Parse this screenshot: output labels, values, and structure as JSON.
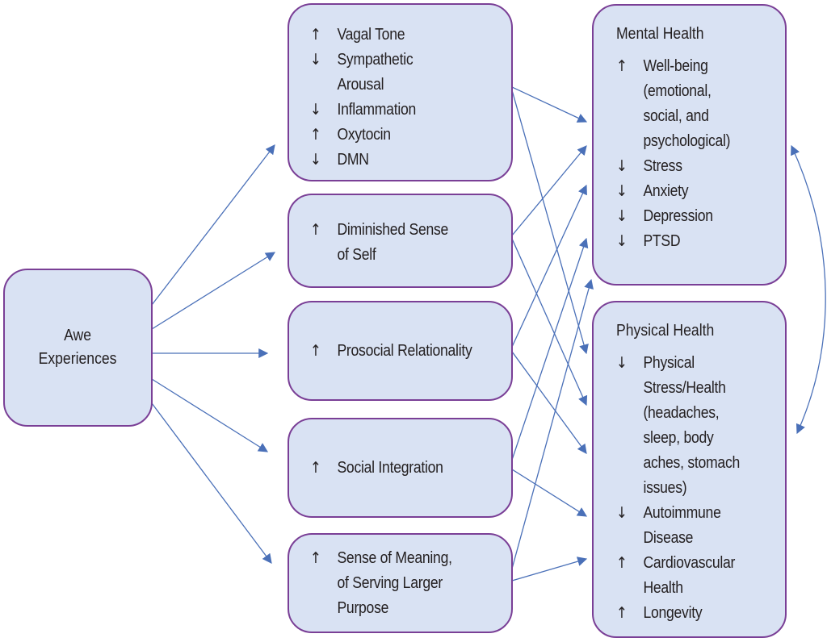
{
  "colors": {
    "box_fill": "#d9e2f3",
    "box_border": "#7a3f96",
    "arrow": "#4a70b8",
    "text": "#231f20"
  },
  "source": {
    "label": "Awe\nExperiences"
  },
  "mechanisms": [
    {
      "id": "physiology",
      "items": [
        {
          "direction": "↑",
          "text": "Vagal Tone"
        },
        {
          "direction": "↓",
          "text": "Sympathetic\nArousal"
        },
        {
          "direction": "↓",
          "text": "Inflammation"
        },
        {
          "direction": "↑",
          "text": "Oxytocin"
        },
        {
          "direction": "↓",
          "text": "DMN"
        }
      ]
    },
    {
      "id": "self",
      "items": [
        {
          "direction": "↑",
          "text": "Diminished Sense\nof Self"
        }
      ]
    },
    {
      "id": "prosocial",
      "items": [
        {
          "direction": "↑",
          "text": "Prosocial Relationality"
        }
      ]
    },
    {
      "id": "social",
      "items": [
        {
          "direction": "↑",
          "text": "Social Integration"
        }
      ]
    },
    {
      "id": "meaning",
      "items": [
        {
          "direction": "↑",
          "text": "Sense of Meaning,\nof Serving Larger\nPurpose"
        }
      ]
    }
  ],
  "outcomes": {
    "mental": {
      "title": "Mental Health",
      "items": [
        {
          "direction": "↑",
          "text": "Well-being\n(emotional,\nsocial, and\npsychological)"
        },
        {
          "direction": "↓",
          "text": "Stress"
        },
        {
          "direction": "↓",
          "text": "Anxiety"
        },
        {
          "direction": "↓",
          "text": "Depression"
        },
        {
          "direction": "↓",
          "text": "PTSD"
        }
      ]
    },
    "physical": {
      "title": "Physical Health",
      "items": [
        {
          "direction": "↓",
          "text": "Physical\nStress/Health\n(headaches,\nsleep, body\naches, stomach\nissues)"
        },
        {
          "direction": "↓",
          "text": "Autoimmune\nDisease"
        },
        {
          "direction": "↑",
          "text": "Cardiovascular\nHealth"
        },
        {
          "direction": "↑",
          "text": "Longevity"
        }
      ]
    }
  },
  "links": [
    {
      "from": "awe",
      "to": "physiology"
    },
    {
      "from": "awe",
      "to": "self"
    },
    {
      "from": "awe",
      "to": "prosocial"
    },
    {
      "from": "awe",
      "to": "social"
    },
    {
      "from": "awe",
      "to": "meaning"
    },
    {
      "from": "physiology",
      "to": "mental"
    },
    {
      "from": "physiology",
      "to": "physical"
    },
    {
      "from": "self",
      "to": "mental"
    },
    {
      "from": "self",
      "to": "physical"
    },
    {
      "from": "prosocial",
      "to": "mental"
    },
    {
      "from": "prosocial",
      "to": "physical"
    },
    {
      "from": "social",
      "to": "mental"
    },
    {
      "from": "social",
      "to": "physical"
    },
    {
      "from": "meaning",
      "to": "mental"
    },
    {
      "from": "meaning",
      "to": "physical"
    },
    {
      "from": "mental",
      "to": "physical",
      "bidirectional": true
    }
  ]
}
